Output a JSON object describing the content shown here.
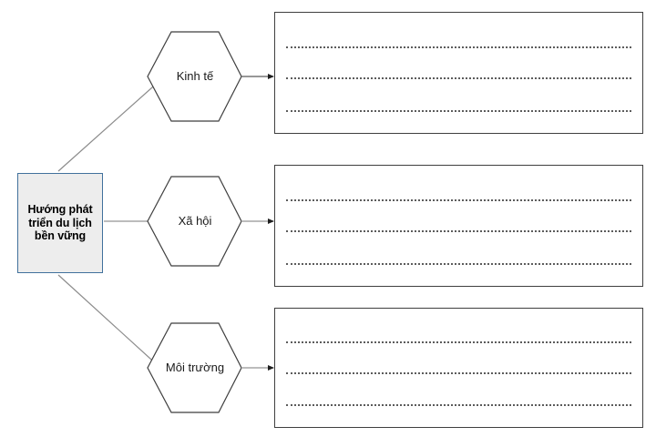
{
  "diagram": {
    "title_node": {
      "label": "Hướng phát triển du lịch bền vững",
      "fill_color": "#EDEDED",
      "border_color": "#41719C"
    },
    "branches": [
      {
        "id": "kinh-te",
        "hexagon_label": "Kinh tế",
        "answer_lines": [
          "",
          "",
          ""
        ]
      },
      {
        "id": "xa-hoi",
        "hexagon_label": "Xã hội",
        "answer_lines": [
          "",
          "",
          ""
        ]
      },
      {
        "id": "moi-truong",
        "hexagon_label": "Môi trường",
        "answer_lines": [
          "",
          "",
          ""
        ]
      }
    ],
    "colors": {
      "connector": "#808080",
      "hexagon_border": "#3f3f3f",
      "answer_box_border": "#3f3f3f",
      "dotted_line": "#5c5c5c",
      "background": "#ffffff"
    }
  }
}
